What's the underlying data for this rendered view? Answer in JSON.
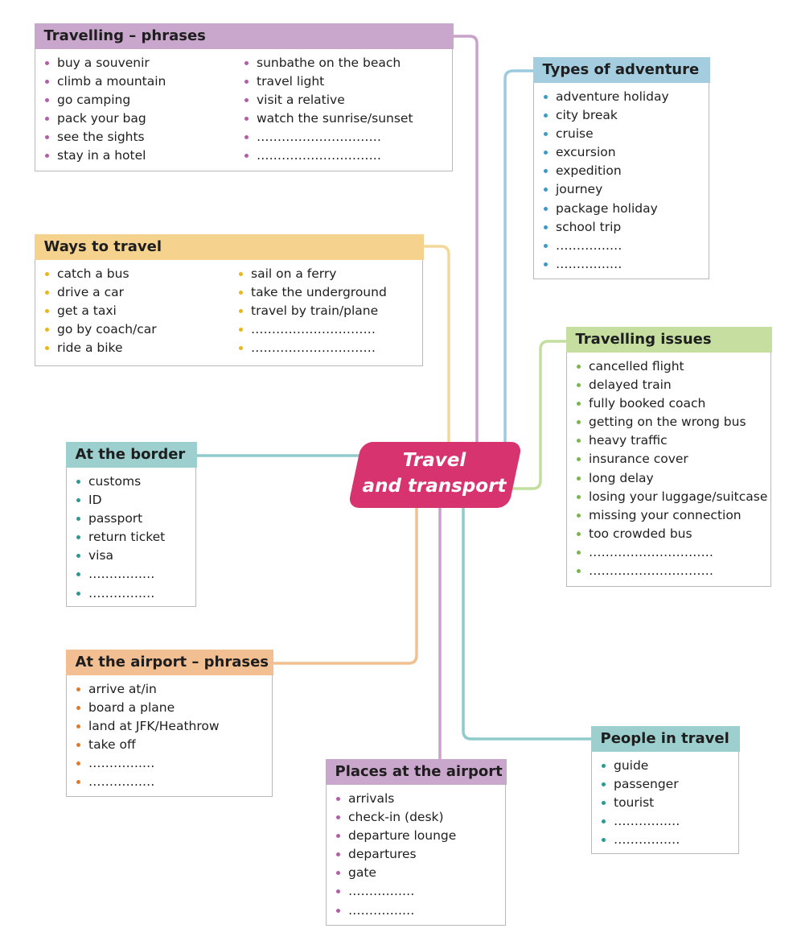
{
  "center": {
    "line1": "Travel",
    "line2": "and transport",
    "color": "#d6336f"
  },
  "colors": {
    "purple_header": "#c9a6cb",
    "purple_line": "#c7a2c9",
    "blue_header": "#a4cde0",
    "blue_line": "#9ccae0",
    "yellow_header": "#f6d28f",
    "yellow_line": "#f4d79a",
    "green_header": "#c6dfa1",
    "green_line": "#c3df9f",
    "teal_header": "#9ccfcd",
    "teal_line": "#8fcbca",
    "orange_header": "#f2bf92",
    "orange_line": "#f2c08f"
  },
  "travelling_phrases": {
    "title": "Travelling – phrases",
    "col1": [
      "buy a souvenir",
      "climb a mountain",
      "go camping",
      "pack your bag",
      "see the sights",
      "stay in a hotel"
    ],
    "col2": [
      "sunbathe on the beach",
      "travel light",
      "visit a relative",
      "watch the sunrise/sunset",
      "…………………………",
      "…………………………"
    ]
  },
  "types_of_adventure": {
    "title": "Types of adventure",
    "items": [
      "adventure holiday",
      "city break",
      "cruise",
      "excursion",
      "expedition",
      "journey",
      "package holiday",
      "school trip",
      "………….…",
      "………….…"
    ]
  },
  "ways_to_travel": {
    "title": "Ways to travel",
    "col1": [
      "catch a bus",
      "drive a car",
      "get a taxi",
      "go by coach/car",
      "ride a bike"
    ],
    "col2": [
      "sail on a ferry",
      "take the underground",
      "travel by train/plane",
      "…………………………",
      "…………………………"
    ]
  },
  "travelling_issues": {
    "title": "Travelling issues",
    "items": [
      "cancelled flight",
      "delayed train",
      "fully booked coach",
      "getting on the wrong bus",
      "heavy traffic",
      "insurance cover",
      "long delay",
      "losing your luggage/suitcase",
      "missing your connection",
      "too crowded bus",
      "…………………………",
      "…………………………"
    ]
  },
  "at_the_border": {
    "title": "At the border",
    "items": [
      "customs",
      "ID",
      "passport",
      "return ticket",
      "visa",
      "………….…",
      "………….…"
    ]
  },
  "at_the_airport": {
    "title": "At the airport – phrases",
    "items": [
      "arrive at/in",
      "board a plane",
      "land at JFK/Heathrow",
      "take off",
      "………….…",
      "………….…"
    ]
  },
  "places_at_airport": {
    "title": "Places at the airport",
    "items": [
      "arrivals",
      "check-in (desk)",
      "departure lounge",
      "departures",
      "gate",
      "………….…",
      "………….…"
    ]
  },
  "people_in_travel": {
    "title": "People in travel",
    "items": [
      "guide",
      "passenger",
      "tourist",
      "………….…",
      "………….…"
    ]
  }
}
